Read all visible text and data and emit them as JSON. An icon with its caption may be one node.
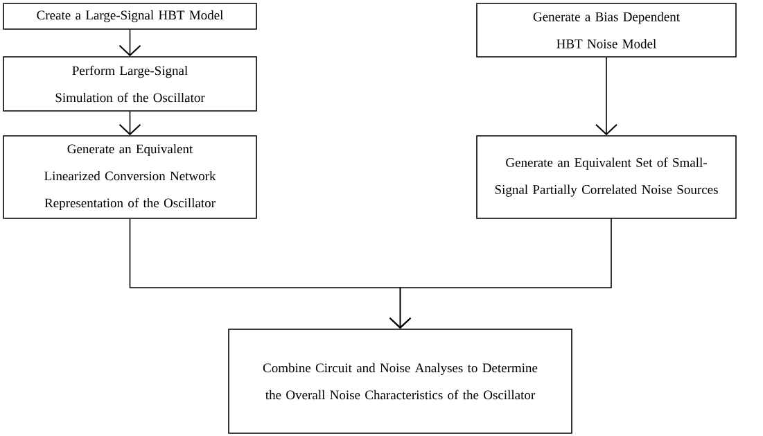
{
  "diagram": {
    "nodes": [
      {
        "text": [
          "Create a Large-Signal HBT Model"
        ]
      },
      {
        "text": [
          "Perform Large-Signal Simulation of the Oscillator"
        ]
      },
      {
        "text": [
          "Generate an Equivalent Linearized Conversion Network Representation of the Oscillator"
        ]
      },
      {
        "text": [
          "Generate a Bias Dependent HBT Noise Model"
        ]
      },
      {
        "text": [
          "Generate an Equivalent Set of Small-Signal Partially Correlated Noise Sources"
        ]
      },
      {
        "text": [
          "Combine Circuit and Noise Analyses to Determine the Overall Noise Characteristics of the Oscillator"
        ]
      }
    ],
    "edges": [
      {
        "from": 0,
        "to": 1,
        "arrow": "to"
      },
      {
        "from": 1,
        "to": 2,
        "arrow": "to"
      },
      {
        "from": 3,
        "to": 4,
        "arrow": "to"
      },
      {
        "from": 2,
        "to": 5,
        "arrow": "to"
      },
      {
        "from": 4,
        "to": 5,
        "arrow": "to"
      }
    ]
  }
}
